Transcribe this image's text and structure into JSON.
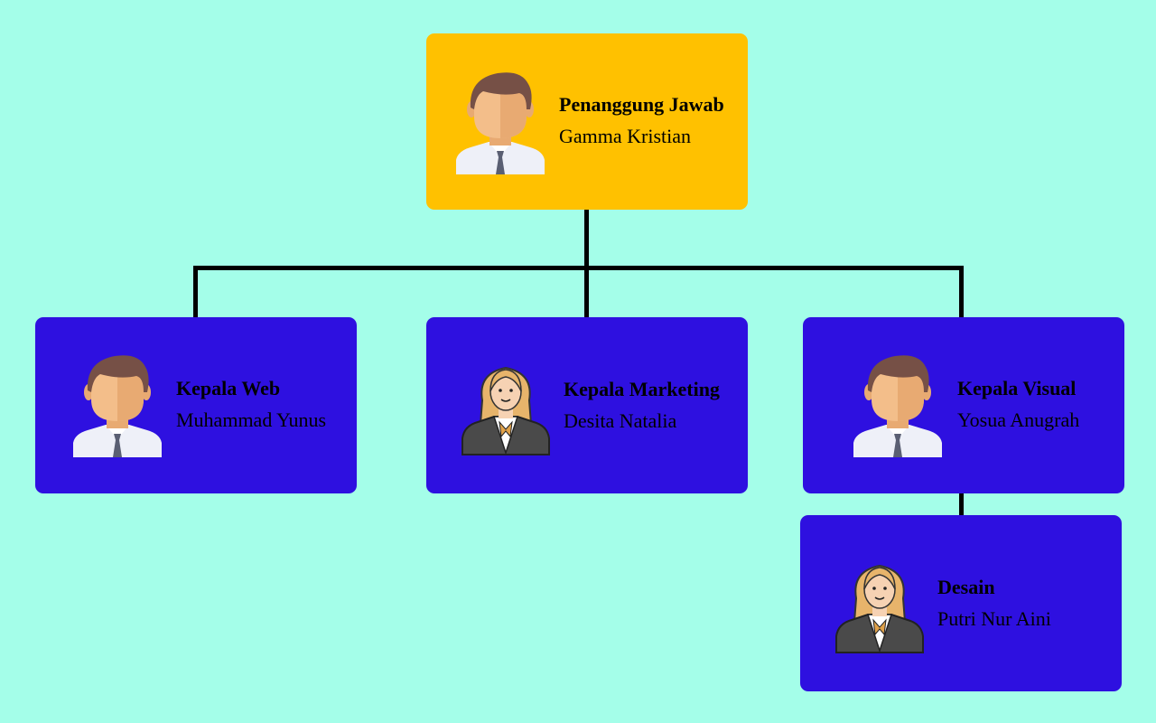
{
  "colors": {
    "background": "#a4fee9",
    "head_card": "#ffc100",
    "member_card": "#2e10e0",
    "connector": "#000000"
  },
  "nodes": [
    {
      "id": "head",
      "role": "Penanggung Jawab",
      "name": "Gamma Kristian",
      "avatar": "male-employee-icon",
      "parent": null
    },
    {
      "id": "web",
      "role": "Kepala Web",
      "name": "Muhammad Yunus",
      "avatar": "male-employee-icon",
      "parent": "head"
    },
    {
      "id": "mkt",
      "role": "Kepala Marketing",
      "name": "Desita Natalia",
      "avatar": "female-employee-icon",
      "parent": "head"
    },
    {
      "id": "vis",
      "role": "Kepala Visual",
      "name": "Yosua Anugrah",
      "avatar": "male-employee-icon",
      "parent": "head"
    },
    {
      "id": "des",
      "role": "Desain",
      "name": "Putri Nur Aini",
      "avatar": "female-employee-icon",
      "parent": "vis"
    }
  ]
}
